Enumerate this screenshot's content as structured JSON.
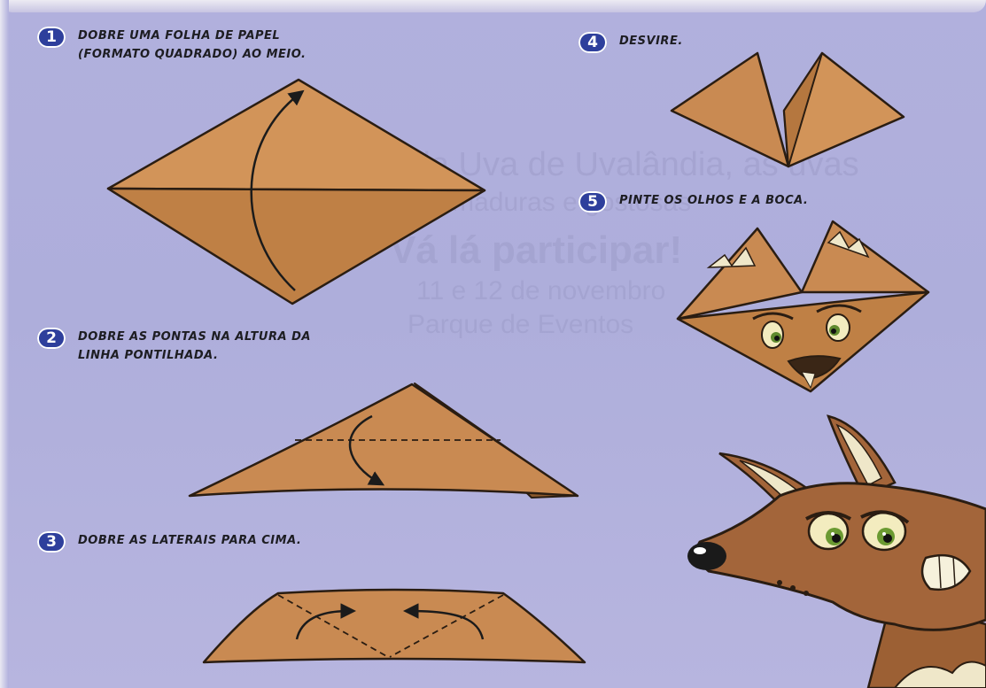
{
  "steps": [
    {
      "number": "1",
      "text": "DOBRE UMA FOLHA DE PAPEL\n(FORMATO QUADRADO) AO MEIO."
    },
    {
      "number": "2",
      "text": "DOBRE AS PONTAS NA ALTURA DA\nLINHA PONTILHADA."
    },
    {
      "number": "3",
      "text": "DOBRE AS LATERAIS PARA CIMA."
    },
    {
      "number": "4",
      "text": "DESVIRE."
    },
    {
      "number": "5",
      "text": "PINTE OS OLHOS E A BOCA."
    }
  ],
  "bleed_through": {
    "line1": "Na Festa da Uva de Uvalândia, as uvas",
    "line2": "saborosas, maduras e gostosas",
    "line3": "Vá lá participar!",
    "line4": "11 e 12 de novembro",
    "line5": "Parque de Eventos"
  },
  "colors": {
    "background": "#b1b0dd",
    "paper": "#c98a52",
    "paper_dark": "#a9693a",
    "badge": "#2e3f9c"
  }
}
